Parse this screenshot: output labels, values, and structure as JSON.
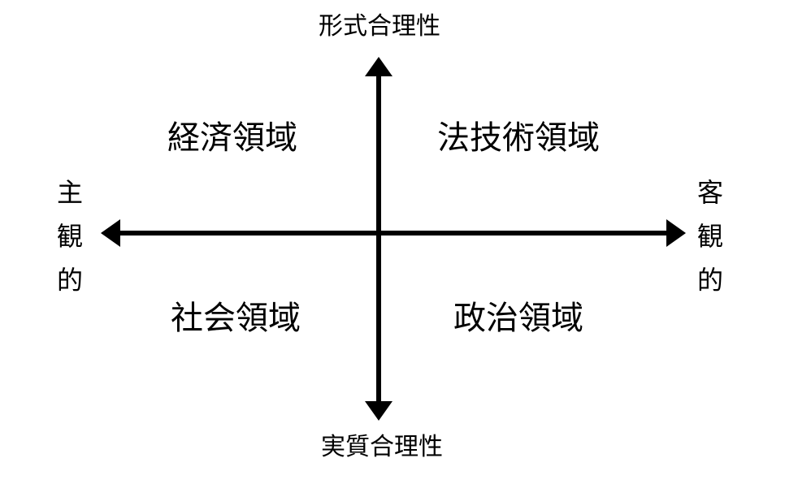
{
  "axes": {
    "vertical_top": "形式合理性",
    "vertical_bottom": "実質合理性",
    "horizontal_left": "主観的",
    "horizontal_right": "客観的"
  },
  "quadrants": {
    "top_left": "経済領域",
    "top_right": "法技術領域",
    "bottom_left": "社会領域",
    "bottom_right": "政治領域"
  },
  "colors": {
    "line": "#000000",
    "background": "#ffffff"
  },
  "icons": {
    "arrow_up": "arrowhead-up-icon",
    "arrow_down": "arrowhead-down-icon",
    "arrow_left": "arrowhead-left-icon",
    "arrow_right": "arrowhead-right-icon"
  }
}
